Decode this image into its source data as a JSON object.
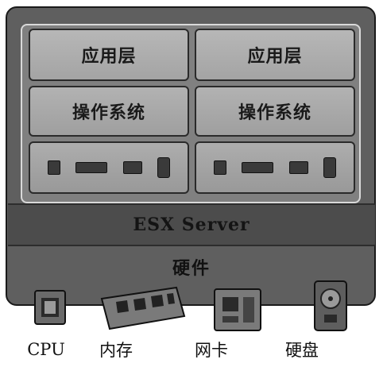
{
  "vms": [
    {
      "app_layer": "应用层",
      "os_layer": "操作系统"
    },
    {
      "app_layer": "应用层",
      "os_layer": "操作系统"
    }
  ],
  "hypervisor_label": "ESX Server",
  "hardware_label": "硬件",
  "devices": [
    {
      "label": "CPU",
      "icon": "cpu-chip-icon"
    },
    {
      "label": "内存",
      "icon": "memory-module-icon"
    },
    {
      "label": "网卡",
      "icon": "network-card-icon"
    },
    {
      "label": "硬盘",
      "icon": "hard-disk-icon"
    }
  ]
}
